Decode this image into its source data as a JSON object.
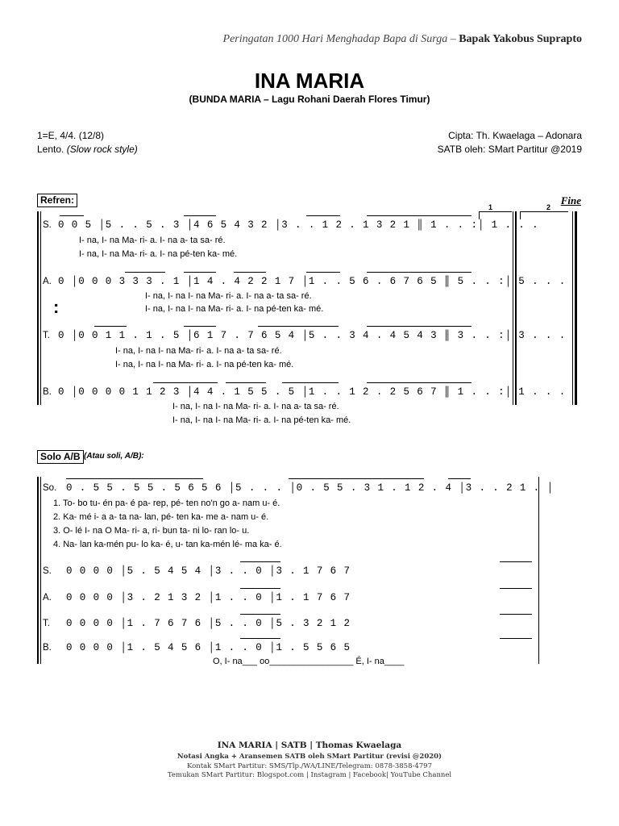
{
  "header": {
    "event": "Peringatan 1000 Hari Menghadap Bapa di Surga",
    "dash": "–",
    "person": "Bapak Yakobus Suprapto"
  },
  "title": "INA MARIA",
  "subtitle": "(BUNDA MARIA – Lagu Rohani  Daerah Flores Timur)",
  "meta": {
    "key": "1=E, 4/4. (12/8)",
    "tempo_prefix": "Lento.",
    "tempo_style": "(Slow rock style)",
    "composer": "Cipta: Th. Kwaelaga – Adonara",
    "arranger": "SATB oleh: SMart Partitur @2019"
  },
  "refrain": {
    "label": "Refren:",
    "fine": "Fine",
    "volta1": "1",
    "volta2": "2",
    "repeat_sign": ":",
    "voices": [
      {
        "name": "S.",
        "notes": "0 0 5 │5    .    .    5 . 3 │4 6    5      4 3 2 │3    . . 1   2 . 1   3 2 1 ║ 1 . . :│ 1 . . .",
        "lyric1": "I-  na,                  I- na               Ma-  ri-  a.    I- na  a-  ta    sa-   ré.",
        "lyric2": "I-  na,                  I- na               Ma-  ri-  a.    I- na  pé-ten    ka-              mé."
      },
      {
        "name": "A.",
        "notes": "0     │0    0 0 3 3   3 . 1 │1 4 . 4   2    2 1 7 │1   . . 5   6 . 6   7 6 5 ║ 5 . . :│ 5 . . .",
        "lyric1": "I- na,      I- na   I- na    Ma-  ri-  a.    I- na  a-  ta    sa-   ré.",
        "lyric2": "I- na,      I- na   I- na    Ma-  ri-  a.    I- na  pé-ten    ka-              mé."
      },
      {
        "name": "T.",
        "notes": "0     │0 0 1 1   .    1 . 5 │6 1      7 . 7   6 5 4 │5   . . 3   4 . 4   5 4 3 ║ 3 . . :│ 3 . . .",
        "lyric1": "I-  na,           I- na     I- na Ma-  ri-  a.    I- na  a-  ta    sa-   ré.",
        "lyric2": "I-  na,           I- na     I- na Ma-  ri-  a.    I- na  pé-ten    ka-              mé."
      },
      {
        "name": "B.",
        "notes": "0     │0    0    0 0 1 1 2 3 │4 4 . 1   5      5 . 5 │1   . . 1   2 . 2   5 6 7 ║ 1 . . :│ 1 . . .",
        "lyric1": "I- na,   I- na    I- na    Ma-  ri-  a.    I- na  a-  ta    sa-   ré.",
        "lyric2": "I- na,   I- na    I- na    Ma-  ri-  a.    I- na  pé-ten    ka-              mé."
      }
    ]
  },
  "solo": {
    "label": "Solo A/B",
    "hint": "(Atau soli, A/B):",
    "voice": {
      "name": "So.",
      "notes": "0 . 5   5 . 5   5 . 5   6 5 6 │5 . . .        │0 . 5   5 . 3   1 . 1   2 . 4 │3   . . 2   1     .     │"
    },
    "verses": [
      "1.     To-  bo  tu- én  pa-  é    pa- rep,                                   pé- ten no'n go   a- nam  u-   é.",
      "2.     Ka-  mé  i-  a    a-  ta   na- lan,                                    pé- ten ka- me   a- nam  u-   é.",
      "3.     O-   lé   I- na  O  Ma- ri-  a,                                          ri- bun ta- ni   lo- ran  lo-  u.",
      "4.     Na- lan  ka-mén pu- lo   ka-  é,                                         u-  tan ka-mén lé- ma  ka-   é."
    ],
    "choir": [
      {
        "name": "S.",
        "notes": "0     0     0     0     │5 . 5   4 5 4 │3     .     .     0 │3     .     1   7 6 7"
      },
      {
        "name": "A.",
        "notes": "0     0     0     0     │3 . 2   1 3 2 │1     .     .     0 │1     .     1   7 6 7"
      },
      {
        "name": "T.",
        "notes": "0     0     0     0     │1 . 7   6 7 6 │5     .     .     0 │5     .     3   2 1 2"
      },
      {
        "name": "B.",
        "notes": "0     0     0     0     │1 . 5   4 5 6 │1     .     .     0 │1     .     5   5 6 5"
      }
    ],
    "choir_lyric": "O,   I- na___    oo_________________                  É,        I-  na____"
  },
  "footer": {
    "line1": "INA MARIA | SATB | Thomas Kwaelaga",
    "line2": "Notasi Angka + Aransemen SATB oleh SMart Partitur (revisi @2020)",
    "line3": "Kontak SMart Partitur: SMS/Tlp./WA/LINE/Telegram: 0878-3858-4797",
    "line4": "Temukan SMart Partitur: Blogspot.com | Instagram | Facebook| YouTube Channel"
  }
}
